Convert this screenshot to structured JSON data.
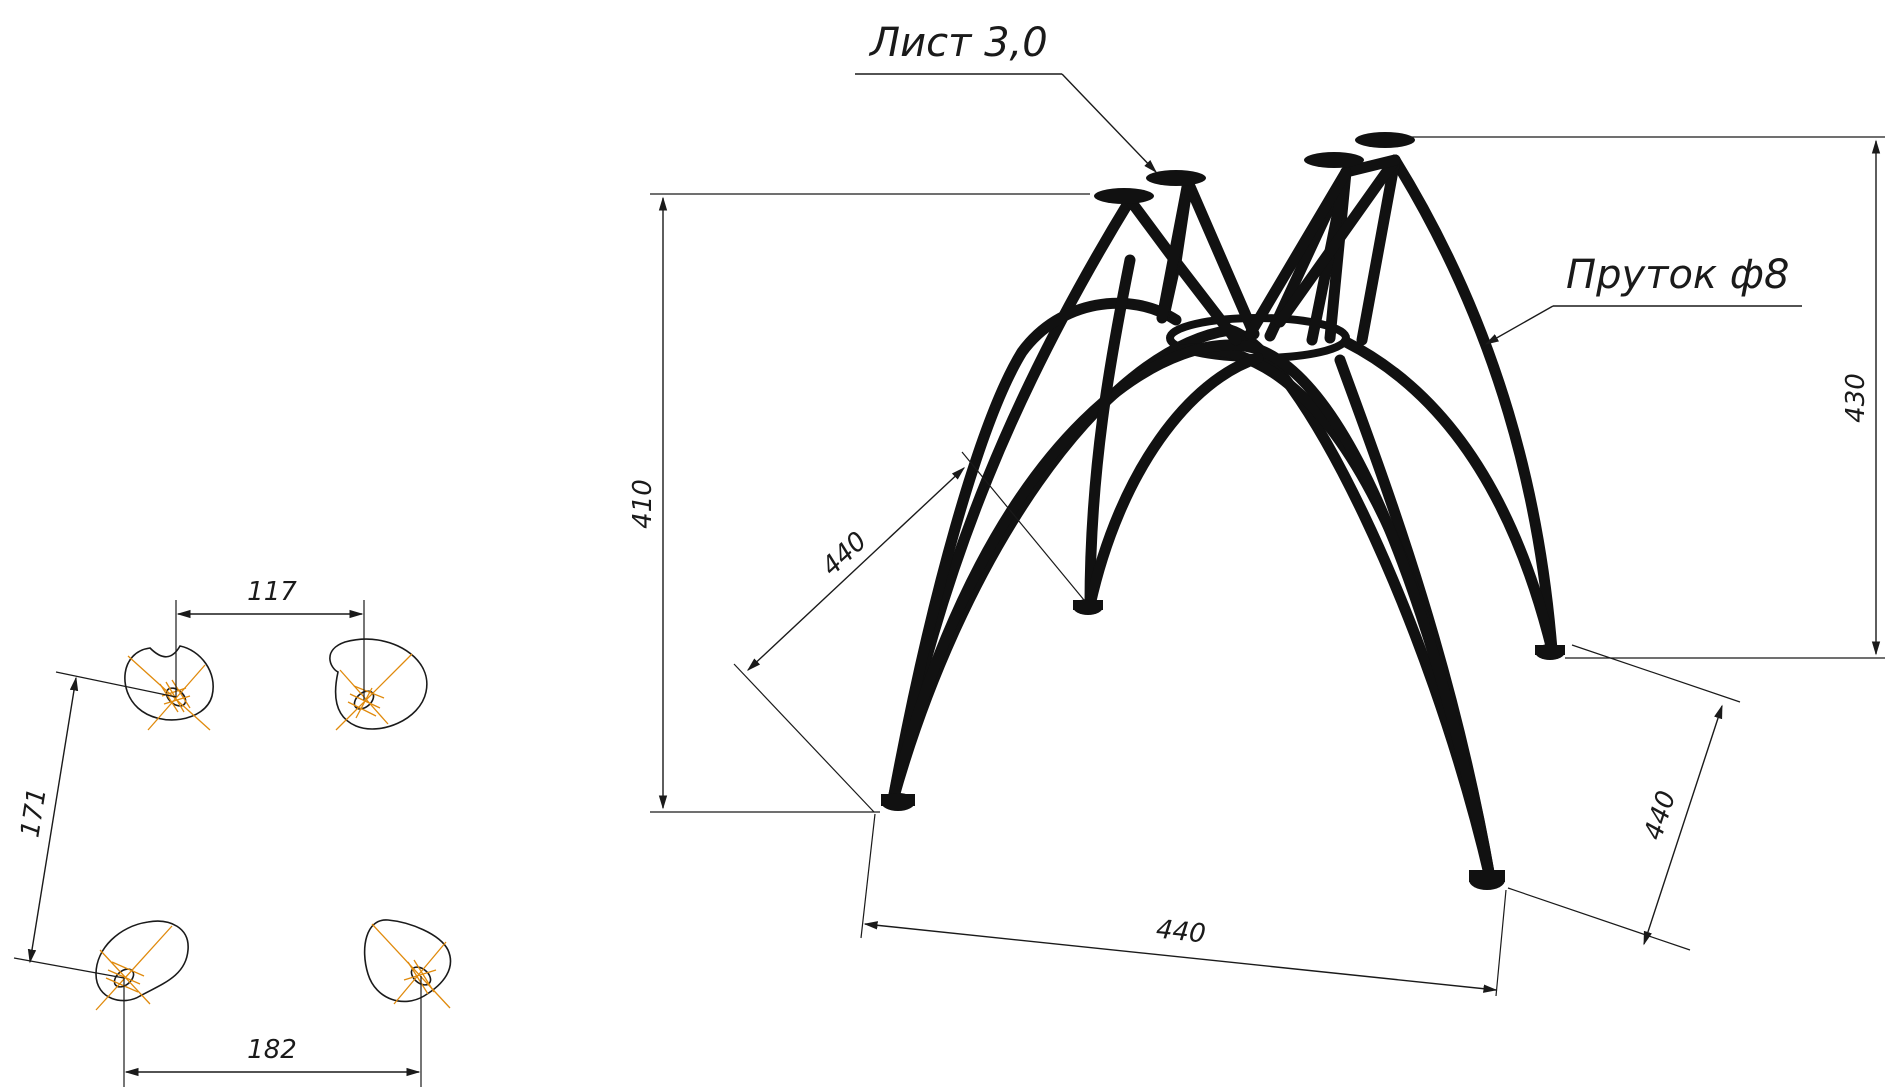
{
  "plan_view": {
    "dim_top": "117",
    "dim_bottom": "182",
    "dim_left": "171"
  },
  "iso_view": {
    "dim_height_left": "410",
    "dim_height_right": "430",
    "dim_front_width": "440",
    "dim_left_depth": "440",
    "dim_right_depth": "440",
    "callout_sheet": "Лист 3,0",
    "callout_rod": "Пруток ф8"
  },
  "colors": {
    "line": "#1a1a1a",
    "rod": "#111111",
    "weld_marks": "#e08a0c",
    "background": "#ffffff"
  }
}
